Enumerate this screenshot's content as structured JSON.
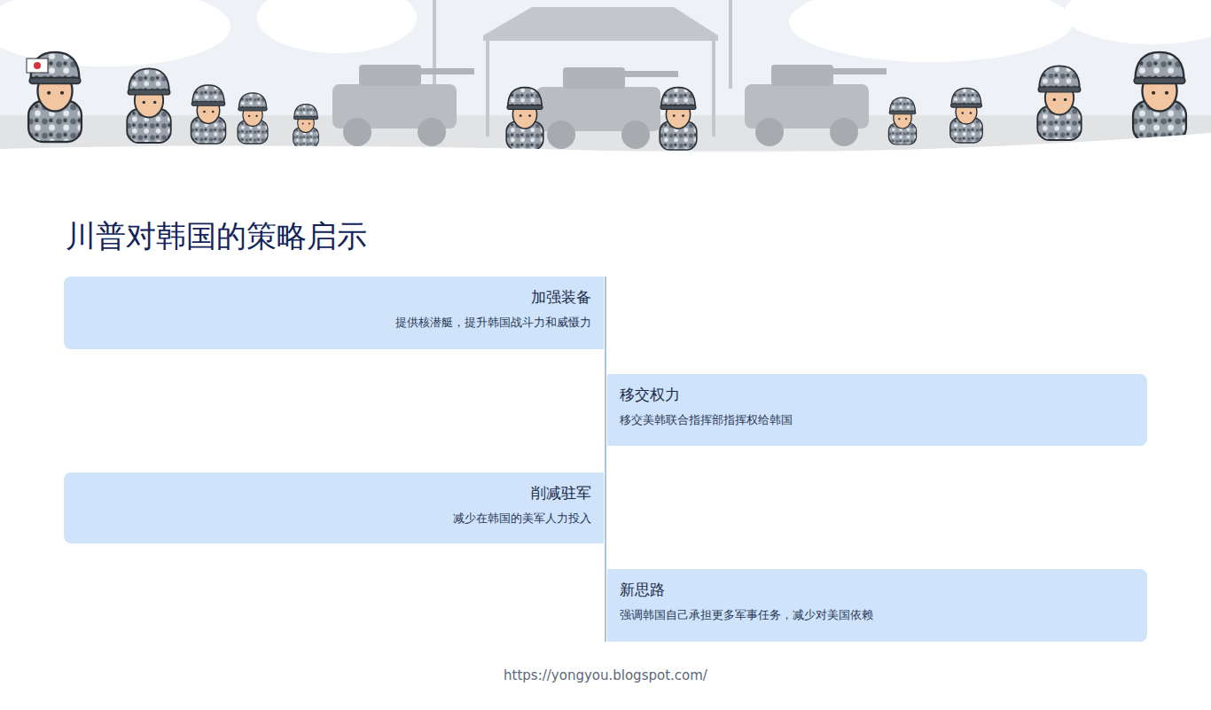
{
  "diagram": {
    "title": "川普对韩国的策略启示",
    "nodes": [
      {
        "text": [
          "加强装备",
          "提供核潜艇，提升韩国战斗力和威慑力"
        ]
      },
      {
        "text": [
          "移交权力",
          "移交美韩联合指挥部指挥权给韩国"
        ]
      },
      {
        "text": [
          "削减驻军",
          "减少在韩国的美军人力投入"
        ]
      },
      {
        "text": [
          "新思路",
          "强调韩国自己承担更多军事任务，减少对美国依赖"
        ]
      }
    ],
    "labels": [
      "https://yongyou.blogspot.com/"
    ]
  }
}
